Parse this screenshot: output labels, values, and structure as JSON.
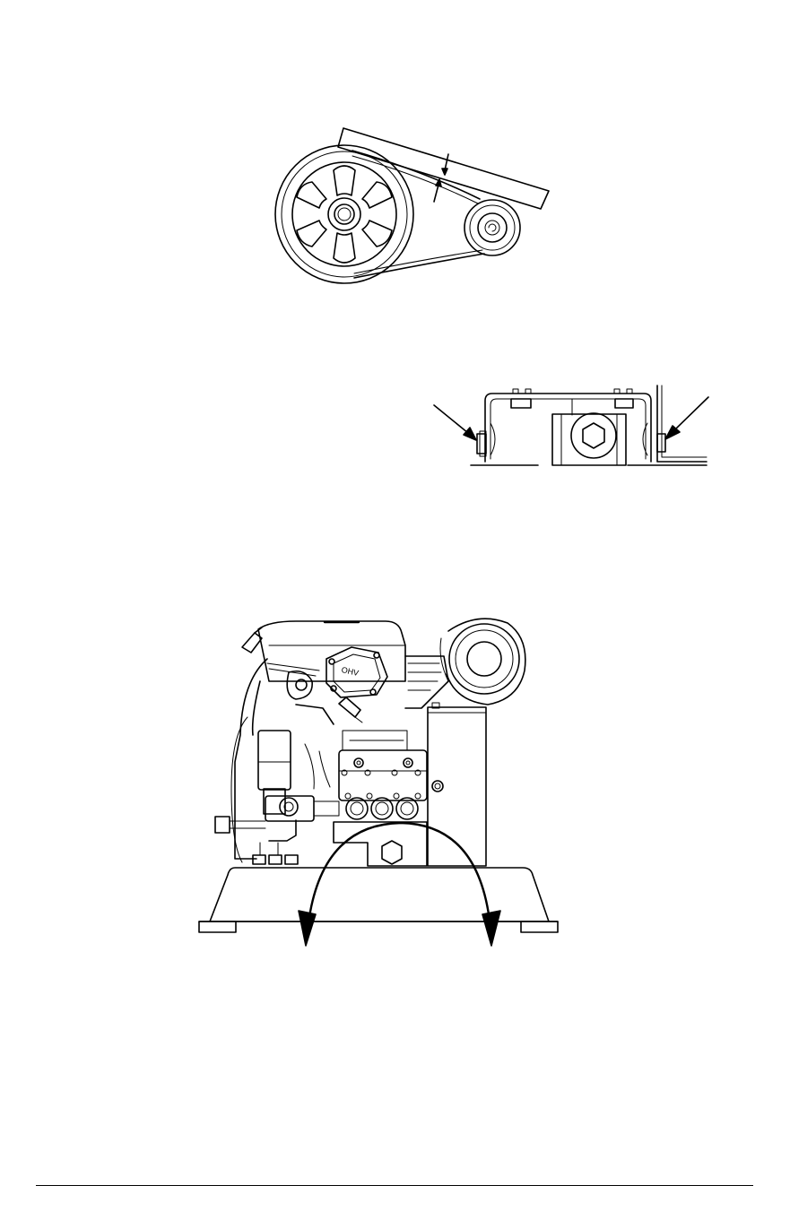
{
  "page": {
    "figures": [
      {
        "id": "belt-deflection",
        "description_icon": "belt-pulley-diagram"
      },
      {
        "id": "mounting-bolts",
        "description_icon": "bracket-bolt-diagram"
      },
      {
        "id": "pump-rotation",
        "description_icon": "engine-pump-assembly-diagram"
      }
    ],
    "engine_badge": "OHV"
  }
}
